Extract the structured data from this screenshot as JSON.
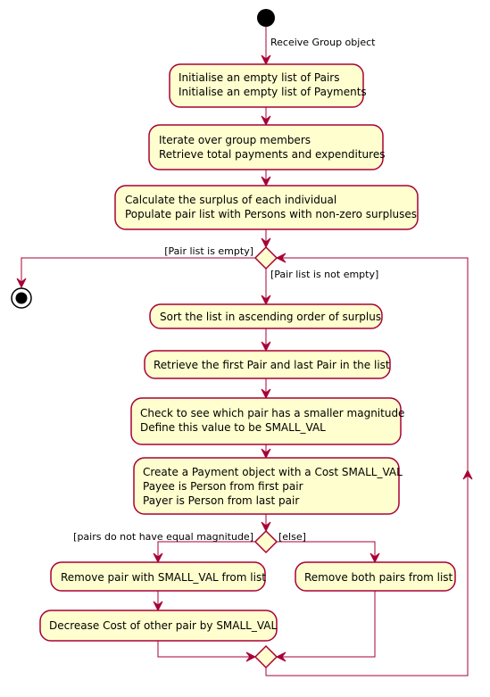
{
  "start_label": "Receive Group object",
  "steps": {
    "init": [
      "Initialise an empty list of Pairs",
      "Initialise an empty list of Payments"
    ],
    "iterate": [
      "Iterate over group members",
      "Retrieve total payments and expenditures"
    ],
    "surplus": [
      "Calculate the surplus of each individual",
      "Populate pair list with Persons with non-zero surpluses"
    ],
    "sort": [
      "Sort the list in ascending order of surplus"
    ],
    "retrieve": [
      "Retrieve the first Pair and last Pair in the list"
    ],
    "check": [
      "Check to see which pair has a smaller magnitude",
      "Define this value to be SMALL_VAL"
    ],
    "create": [
      "Create a Payment object with a Cost SMALL_VAL",
      "Payee is Person from first pair",
      "Payer is Person from last pair"
    ],
    "remove_one": [
      "Remove pair with SMALL_VAL from list"
    ],
    "remove_both": [
      "Remove both pairs from list"
    ],
    "decrease": [
      "Decrease Cost of other pair by SMALL_VAL"
    ]
  },
  "guards": {
    "empty": "[Pair list is empty]",
    "not_empty": "[Pair list is not empty]",
    "not_equal": "[pairs do not have equal magnitude]",
    "else": "[else]"
  }
}
